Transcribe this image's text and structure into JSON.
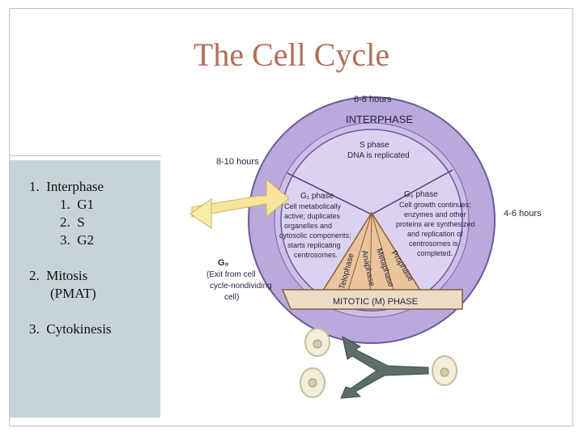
{
  "slide": {
    "title": "The Cell Cycle",
    "list": [
      {
        "num": "1.",
        "label": "Interphase"
      },
      {
        "num": "1.",
        "label": "G1"
      },
      {
        "num": "2.",
        "label": "S"
      },
      {
        "num": "3.",
        "label": "G2"
      },
      {
        "num": "2.",
        "label": "Mitosis"
      },
      {
        "num": "",
        "label": "(PMAT)"
      },
      {
        "num": "3.",
        "label": "Cytokinesis"
      }
    ]
  },
  "diagram": {
    "interphase_label": "INTERPHASE",
    "interphase_hours": "6-8 hours",
    "s_hours": "8-10 hours",
    "g2_hours": "4-6 hours",
    "s_phase_title": "S phase",
    "s_phase_desc": "DNA is replicated",
    "g1_title": "G₁ phase",
    "g1_desc": [
      "Cell metabolically",
      "active; duplicates",
      "organelles and",
      "cytosolic components;",
      "starts replicating",
      "centrosomes."
    ],
    "g2_title": "G₂ phase",
    "g2_desc": [
      "Cell growth continues;",
      "enzymes and other",
      "proteins are synthesized",
      "and replication of",
      "centrosomes is",
      "completed."
    ],
    "g0_title": "G₀",
    "g0_desc": [
      "(Exit from cell",
      "cycle-nondividing",
      "cell)"
    ],
    "mitotic_label": "MITOTIC (M) PHASE",
    "mitosis_phases": [
      "Telophase",
      "Anaphase",
      "Metaphase",
      "Prophase"
    ],
    "colors": {
      "outer_ring": "#b9a9dc",
      "inner_disk": "#dcd2ef",
      "mitotic_wedge": "#e9c49c",
      "arrow_yellow": "#f6e59a",
      "cell_green": "#5b6e6a"
    }
  }
}
